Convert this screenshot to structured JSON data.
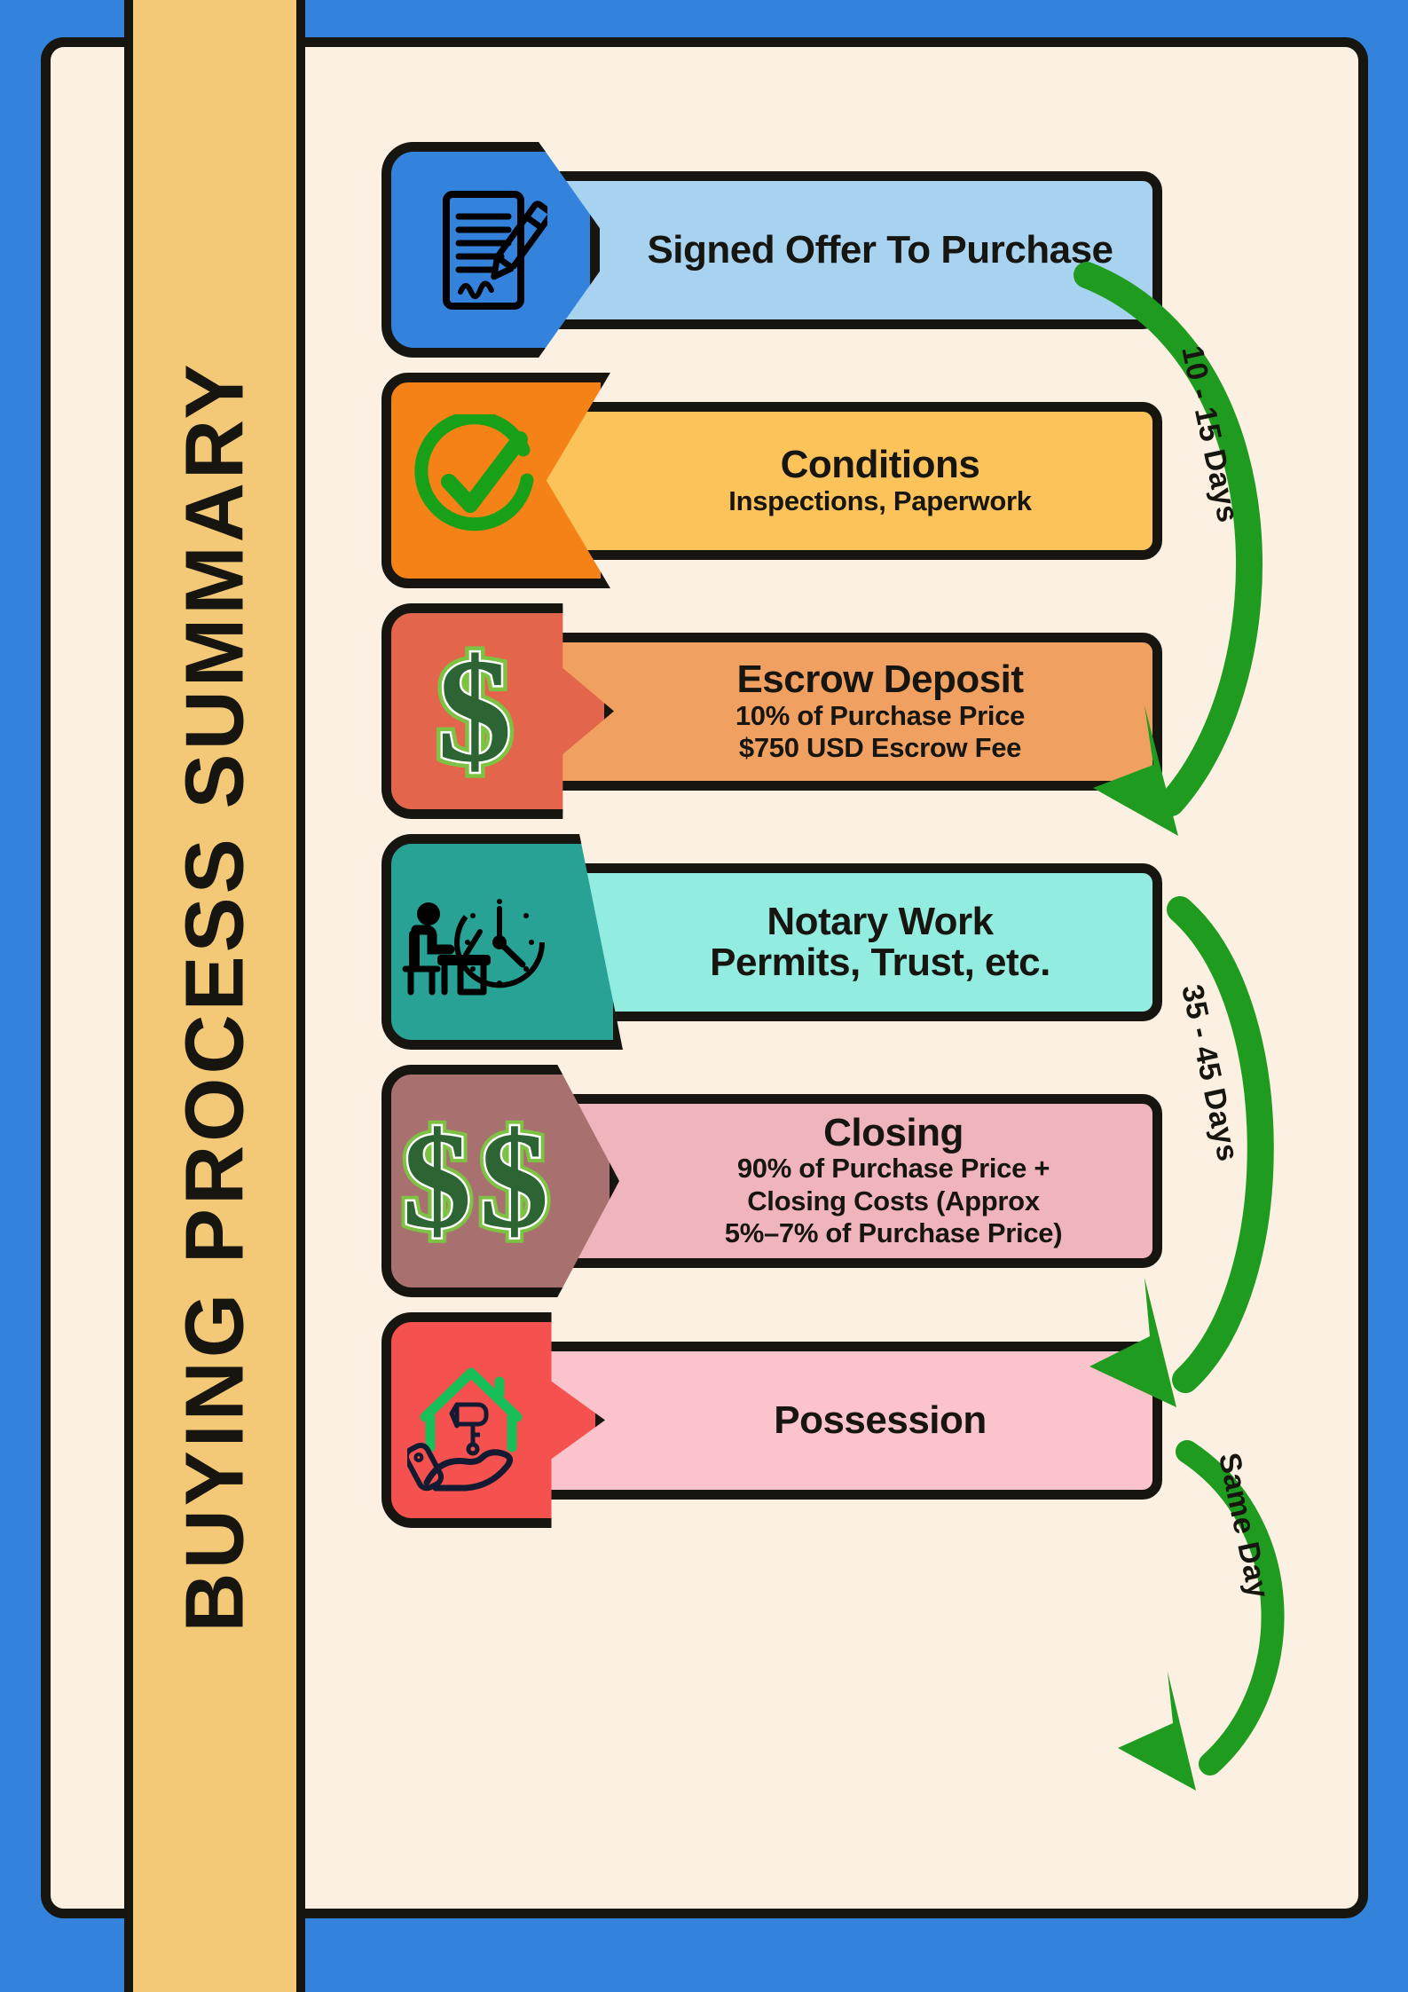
{
  "poster": {
    "title": "BUYING PROCESS SUMMARY",
    "background_color": "#3383dd",
    "card_color": "#fbf0e2",
    "banner_color": "#f3c977",
    "outline_color": "#17150f",
    "arrow_color": "#1f9b1f"
  },
  "steps": [
    {
      "id": "signed-offer-to-purchase",
      "title": "Signed Offer To Purchase",
      "sub": "",
      "icon": "signed-document-pen-icon",
      "icon_bg": "#3383dd",
      "panel_bg": "#a8d3f0",
      "shape": "shape-round-point"
    },
    {
      "id": "conditions",
      "title": "Conditions",
      "sub": "Inspections, Paperwork",
      "icon": "green-check-circle-icon",
      "icon_bg": "#f58216",
      "panel_bg": "#fcc35a",
      "shape": "shape-ribbon"
    },
    {
      "id": "escrow-deposit",
      "title": "Escrow Deposit",
      "sub": "10% of Purchase Price\n$750 USD Escrow Fee",
      "sub_line1": "10% of Purchase Price",
      "sub_line2": "$750 USD Escrow Fee",
      "icon": "dollar-sign-icon",
      "icon_bg": "#e2654c",
      "panel_bg": "#f0a162",
      "shape": "shape-arrow"
    },
    {
      "id": "notary-work",
      "title": "Notary Work",
      "sub": "Permits, Trust, etc.",
      "icon": "notary-desk-clock-icon",
      "icon_bg": "#28a295",
      "panel_bg": "#93ece0",
      "shape": "shape-trapezoid"
    },
    {
      "id": "closing",
      "title": "Closing",
      "sub_line1": "90% of Purchase Price +",
      "sub_line2": "Closing Costs (Approx",
      "sub_line3": "5%–7% of Purchase Price)",
      "icon": "double-dollar-sign-icon",
      "icon_bg": "#a8706f",
      "panel_bg": "#f0b4bd",
      "shape": "shape-hex"
    },
    {
      "id": "possession",
      "title": "Possession",
      "sub": "",
      "icon": "house-key-hand-icon",
      "icon_bg": "#f5514f",
      "panel_bg": "#fbc3cc",
      "shape": "shape-arrow2"
    }
  ],
  "arrows": [
    {
      "id": "arrow-1",
      "label": "10 - 15 Days"
    },
    {
      "id": "arrow-2",
      "label": "35 - 45 Days"
    },
    {
      "id": "arrow-3",
      "label": "Same Day"
    }
  ]
}
